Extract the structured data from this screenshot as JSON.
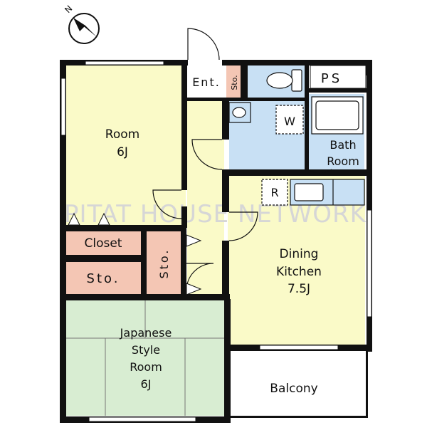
{
  "compass": {
    "label": "N"
  },
  "watermark": "PITAT HOUSE NETWORK",
  "rooms": {
    "room": {
      "name": "Room",
      "size": "6J"
    },
    "entrance": {
      "name": "Ent."
    },
    "entrance_storage": {
      "name": "Sto."
    },
    "ps": {
      "name": "PS"
    },
    "washer": {
      "name": "W"
    },
    "bath": {
      "line1": "Bath",
      "line2": "Room"
    },
    "fridge": {
      "name": "R"
    },
    "closet": {
      "name": "Closet"
    },
    "storage_left": {
      "name": "Sto."
    },
    "storage_hall": {
      "name": "Sto."
    },
    "dining": {
      "line1": "Dining",
      "line2": "Kitchen",
      "size": "7.5J"
    },
    "japanese": {
      "line1": "Japanese",
      "line2": "Style",
      "line3": "Room",
      "size": "6J"
    },
    "balcony": {
      "name": "Balcony"
    }
  },
  "colors": {
    "room": "#fafac8",
    "japanese": "#d8edd2",
    "bath": "#c8e0f4",
    "storage": "#f4c6b4",
    "balcony": "#ffffff",
    "wall": "#111111"
  }
}
